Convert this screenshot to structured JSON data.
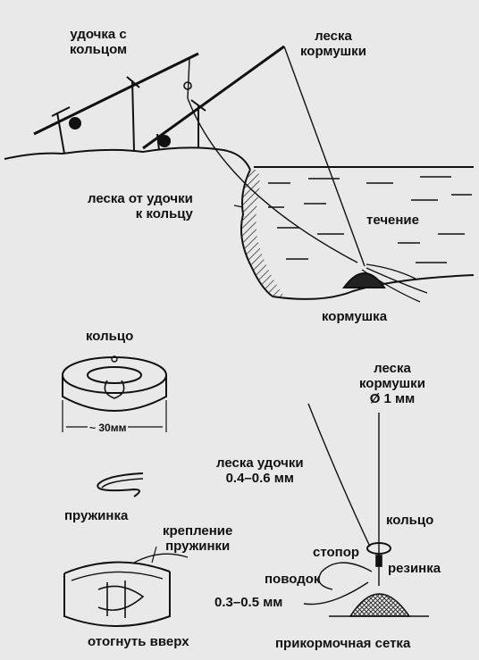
{
  "labels": {
    "rod_with_ring_1": "удочка с",
    "rod_with_ring_2": "кольцом",
    "feeder_line_top_1": "леска",
    "feeder_line_top_2": "кормушки",
    "line_to_ring_1": "леска от удочки",
    "line_to_ring_2": "к кольцу",
    "current": "течение",
    "feeder": "кормушка",
    "ring_title": "кольцо",
    "ring_size": "~ 30мм",
    "spring": "пружинка",
    "spring_mount_1": "крепление",
    "spring_mount_2": "пружинки",
    "bend_up": "отогнуть вверх",
    "feeder_line_detail_1": "леска",
    "feeder_line_detail_2": "кормушки",
    "feeder_line_diameter": "Ø 1 мм",
    "rod_line_1": "леска удочки",
    "rod_line_2": "0.4–0.6 мм",
    "ring_detail": "кольцо",
    "stopper": "стопор",
    "rubber": "резинка",
    "leader": "поводок",
    "leader_diameter": "0.3–0.5 мм",
    "bait_net": "прикормочная сетка"
  }
}
